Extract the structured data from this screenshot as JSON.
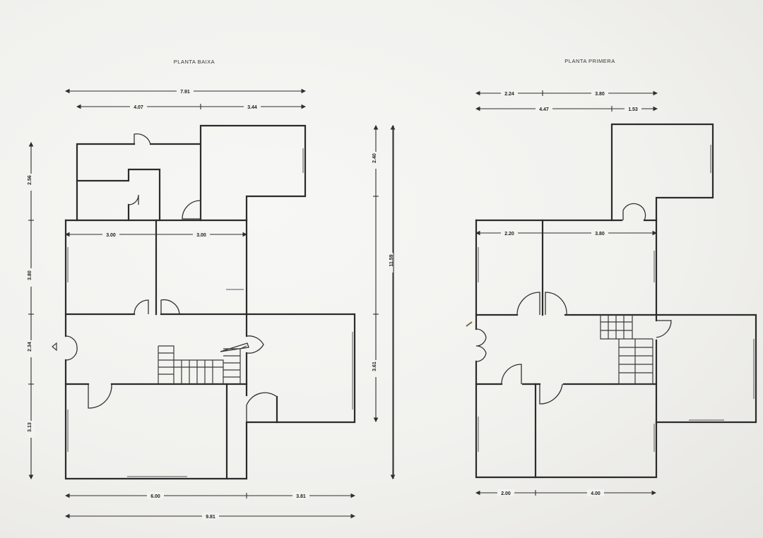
{
  "titles": {
    "ground": "PLANTA BAIXA",
    "first": "PLANTA PRIMERA"
  },
  "ground_dims": {
    "top_total": "7.91",
    "top_left": "4.07",
    "top_right": "3.44",
    "room_left": "3.00",
    "room_right": "3.00",
    "bottom_left": "6.00",
    "bottom_right": "3.81",
    "bottom_total": "9.81",
    "left_top": "2.56",
    "left_mid": "3.80",
    "left_low": "2.34",
    "left_bottom": "3.13",
    "right_top": "2.40",
    "right_mid": "3.61",
    "right_total": "11.59"
  },
  "first_dims": {
    "top_left": "2.24",
    "top_right": "3.80",
    "top2_left": "4.47",
    "top2_right": "1.53",
    "room_left": "2.20",
    "room_right": "3.80",
    "bottom_left": "2.00",
    "bottom_right": "4.00"
  }
}
